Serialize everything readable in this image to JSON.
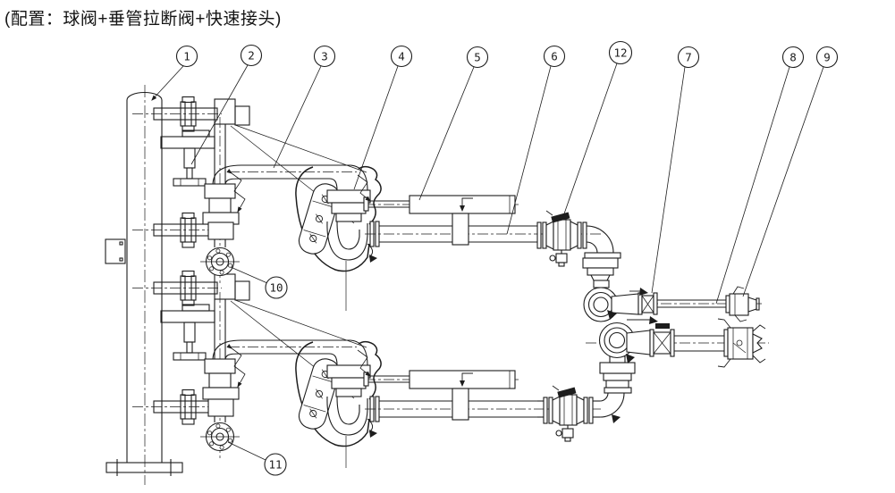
{
  "title": "(配置：球阀+垂管拉断阀+快速接头)",
  "colors": {
    "ink": "#1d1d1d",
    "background": "#ffffff"
  },
  "callouts": {
    "c1": {
      "label": "1"
    },
    "c2": {
      "label": "2"
    },
    "c3": {
      "label": "3"
    },
    "c4": {
      "label": "4"
    },
    "c5": {
      "label": "5"
    },
    "c6": {
      "label": "6"
    },
    "c7": {
      "label": "7"
    },
    "c8": {
      "label": "8"
    },
    "c9": {
      "label": "9"
    },
    "c10": {
      "label": "10"
    },
    "c11": {
      "label": "11"
    },
    "c12": {
      "label": "12"
    }
  }
}
